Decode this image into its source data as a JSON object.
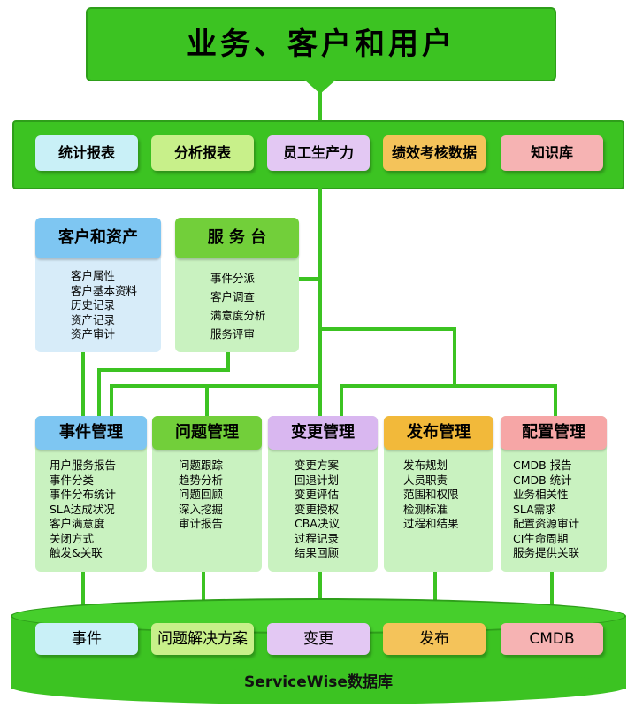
{
  "top_title": "业务、客户和用户",
  "reports": [
    {
      "label": "统计报表",
      "color": "#c9f0f7"
    },
    {
      "label": "分析报表",
      "color": "#c8f08a"
    },
    {
      "label": "员工生产力",
      "color": "#e3c8f3"
    },
    {
      "label": "绩效考核数据",
      "color": "#f4c35a"
    },
    {
      "label": "知识库",
      "color": "#f6b3b3"
    }
  ],
  "upper_cards": [
    {
      "title": "客户和资产",
      "items": [
        "客户属性",
        "客户基本资料",
        "历史记录",
        "资产记录",
        "资产审计"
      ]
    },
    {
      "title": "服 务 台",
      "items": [
        "事件分派",
        "客户调查",
        "满意度分析",
        "服务评审"
      ]
    }
  ],
  "process_cards": [
    {
      "title": "事件管理",
      "items": [
        "用户服务报告",
        "事件分类",
        "事件分布统计",
        "SLA达成状况",
        "客户满意度",
        "关闭方式",
        "触发&关联"
      ]
    },
    {
      "title": "问题管理",
      "items": [
        "问题跟踪",
        "趋势分析",
        "问题回顾",
        "深入挖掘",
        "审计报告"
      ]
    },
    {
      "title": "变更管理",
      "items": [
        "变更方案",
        "回退计划",
        "变更评估",
        "变更授权",
        "CBA决议",
        "过程记录",
        "结果回顾"
      ]
    },
    {
      "title": "发布管理",
      "items": [
        "发布规划",
        "人员职责",
        "范围和权限",
        "检测标准",
        "过程和结果"
      ]
    },
    {
      "title": "配置管理",
      "items": [
        "CMDB 报告",
        "CMDB 统计",
        "业务相关性",
        "SLA需求",
        "配置资源审计",
        "CI生命周期",
        "服务提供关联"
      ]
    }
  ],
  "database": {
    "title": "ServiceWise数据库",
    "items": [
      "事件",
      "问题解决方案",
      "变更",
      "发布",
      "CMDB"
    ]
  },
  "colors": {
    "panel_green": "#3cc322",
    "blue_head": "#7ec6f2",
    "blue_body": "#d7ecf9",
    "green_head": "#72cf3a",
    "green_body": "#c9f2c0",
    "purple_head": "#d9b7f0",
    "purple_body": "#edddf8",
    "yellow_head": "#f2b93a",
    "yellow_body": "#fbe5b4",
    "red_head": "#f6a6a6",
    "red_body": "#fbdada"
  }
}
